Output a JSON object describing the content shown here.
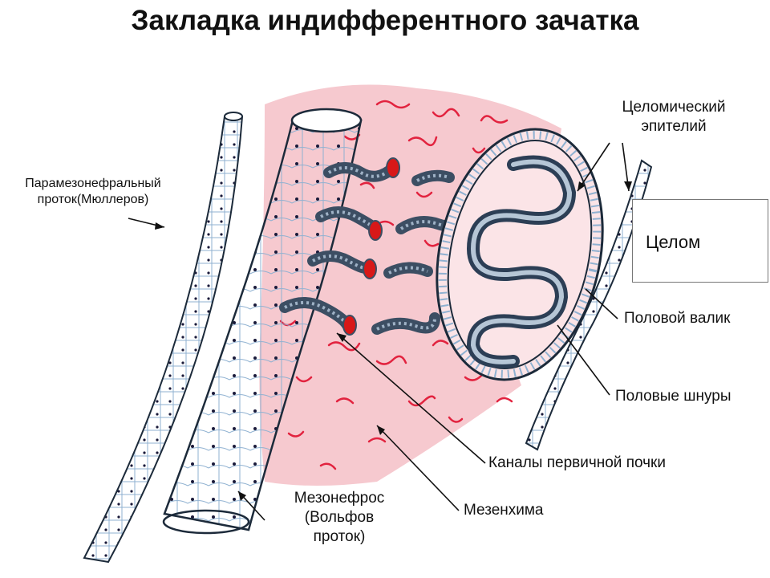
{
  "title": "Закладка индифферентного зачатка",
  "labels": {
    "paramesonephric_1": "Парамезонефральный",
    "paramesonephric_2": "проток(Мюллеров)",
    "coelomic_1": "Целомический",
    "coelomic_2": "эпителий",
    "celom": "Целом",
    "genital_ridge": "Половой валик",
    "sex_cords": "Половые шнуры",
    "primary_kidney_canals": "Каналы первичной почки",
    "mesonephros_1": "Мезонефрос",
    "mesonephros_2": "(Вольфов",
    "mesonephros_3": "проток)",
    "mesenchyme": "Мезенхима"
  },
  "colors": {
    "mesenchyme_fill": "#f6c9cf",
    "vessel": "#e2233f",
    "tube_outline": "#1c2a3a",
    "cell_lines": "#7fa3c6",
    "canal_lumen": "#d81818",
    "canal_cells": "#5b6f86"
  }
}
